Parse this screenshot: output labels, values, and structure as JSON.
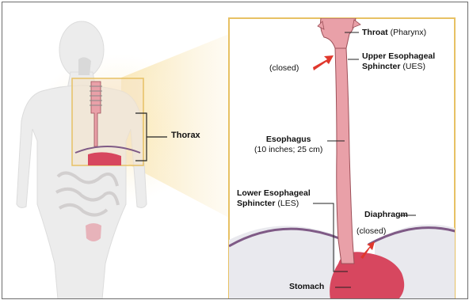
{
  "labels": {
    "thorax": "Thorax",
    "throat": "Throat",
    "throat_sub": "(Pharynx)",
    "ues_line1": "Upper Esophageal",
    "ues_line2": "Sphincter",
    "ues_abbr": "(UES)",
    "closed_upper": "(closed)",
    "esophagus": "Esophagus",
    "esophagus_size": "(10 inches; 25 cm)",
    "les_line1": "Lower Esophageal",
    "les_line2": "Sphincter",
    "les_abbr": "(LES)",
    "diaphragm": "Diaphragm",
    "closed_lower": "(closed)",
    "stomach": "Stomach"
  },
  "colors": {
    "organ_pink": "#e9a0a8",
    "organ_outline": "#9c4f58",
    "stomach_red": "#d7475f",
    "diaphragm_purple": "#7f5a86",
    "arrow_red": "#e0372c",
    "inset_border": "#e7c164",
    "body_silhouette": "#ececec"
  }
}
